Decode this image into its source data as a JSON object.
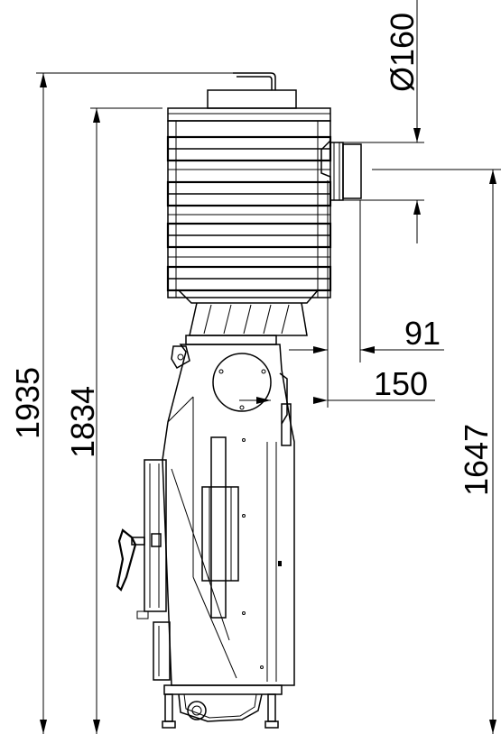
{
  "drawing": {
    "dimensions": {
      "total_height": "1935",
      "body_height": "1834",
      "outlet_height": "1647",
      "flue_diameter": "Ø160",
      "offset_91": "91",
      "offset_150": "150"
    }
  }
}
